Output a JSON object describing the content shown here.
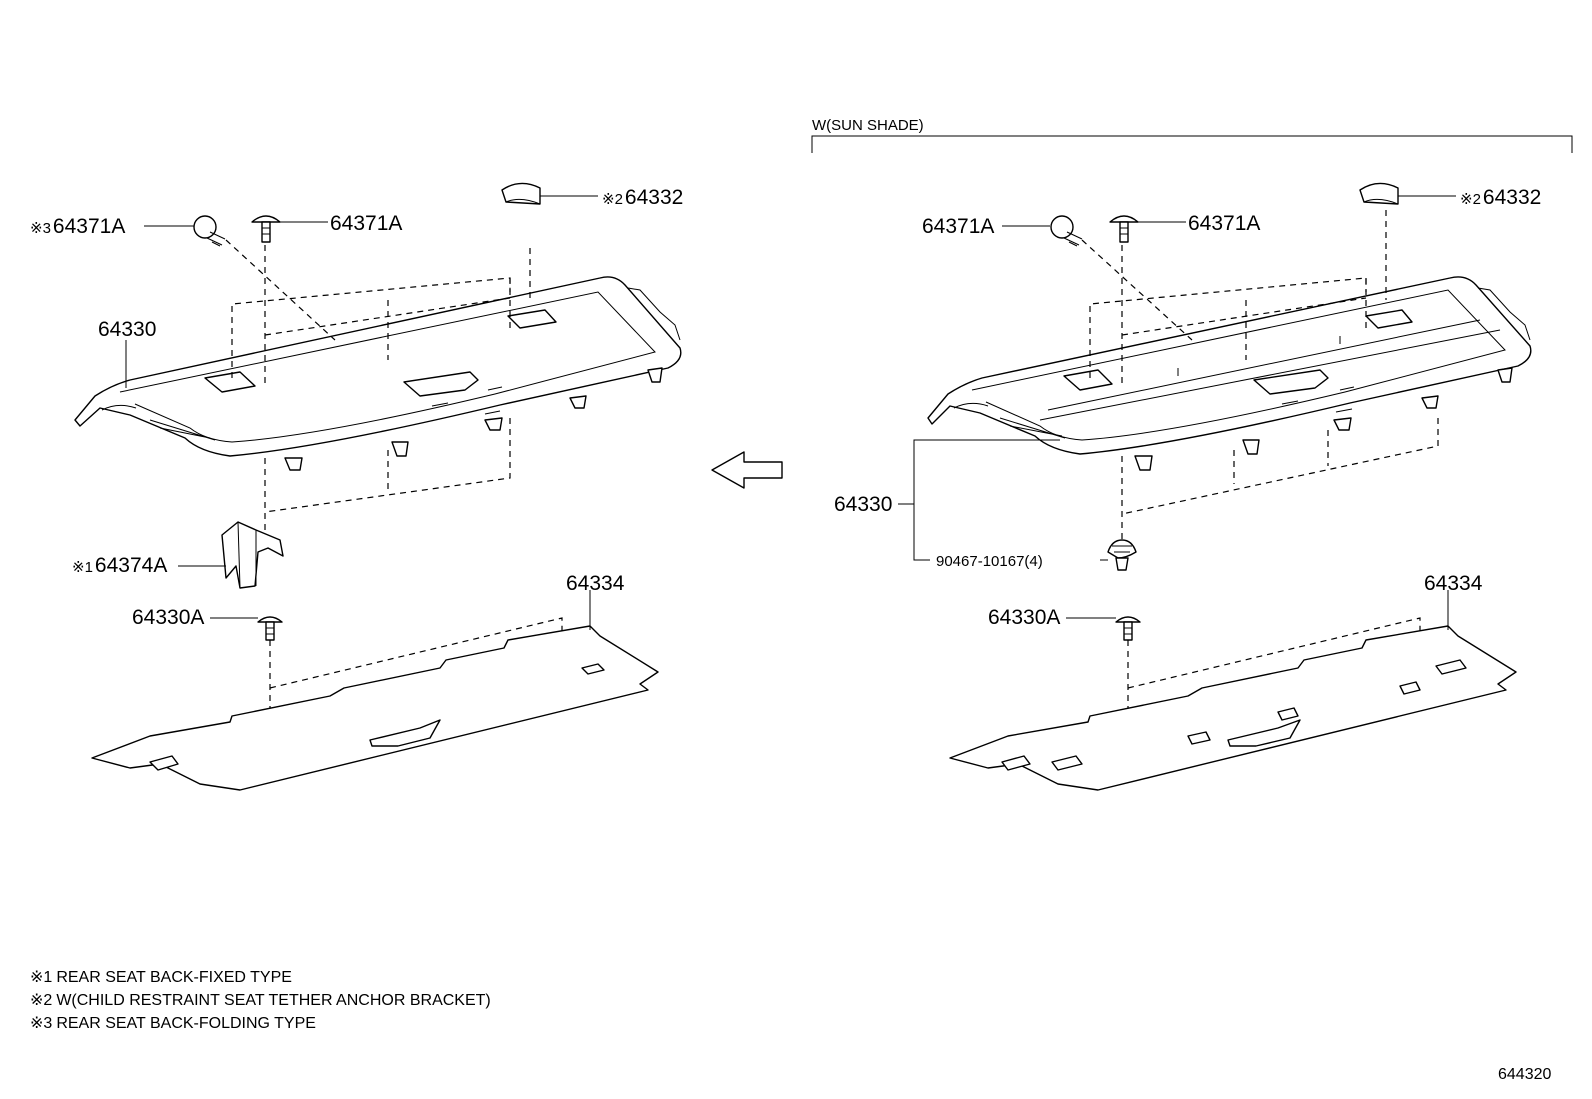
{
  "header": {
    "variant_label": "W(SUN SHADE)"
  },
  "left": {
    "label_64371A_marked": {
      "mark": "※3",
      "part": "64371A"
    },
    "label_64371A": "64371A",
    "label_64332": {
      "mark": "※2",
      "part": "64332"
    },
    "label_64330": "64330",
    "label_64374A": {
      "mark": "※1",
      "part": "64374A"
    },
    "label_64330A": "64330A",
    "label_64334": "64334"
  },
  "right": {
    "label_64371A_left": "64371A",
    "label_64371A_right": "64371A",
    "label_64332": {
      "mark": "※2",
      "part": "64332"
    },
    "label_64330": "64330",
    "label_clip": "90467-10167(4)",
    "label_64330A": "64330A",
    "label_64334": "64334"
  },
  "notes": [
    {
      "mark": "※1",
      "text": "REAR SEAT BACK-FIXED TYPE"
    },
    {
      "mark": "※2",
      "text": "W(CHILD RESTRAINT SEAT TETHER ANCHOR BRACKET)"
    },
    {
      "mark": "※3",
      "text": "REAR SEAT BACK-FOLDING TYPE"
    }
  ],
  "diagram_id": "644320"
}
